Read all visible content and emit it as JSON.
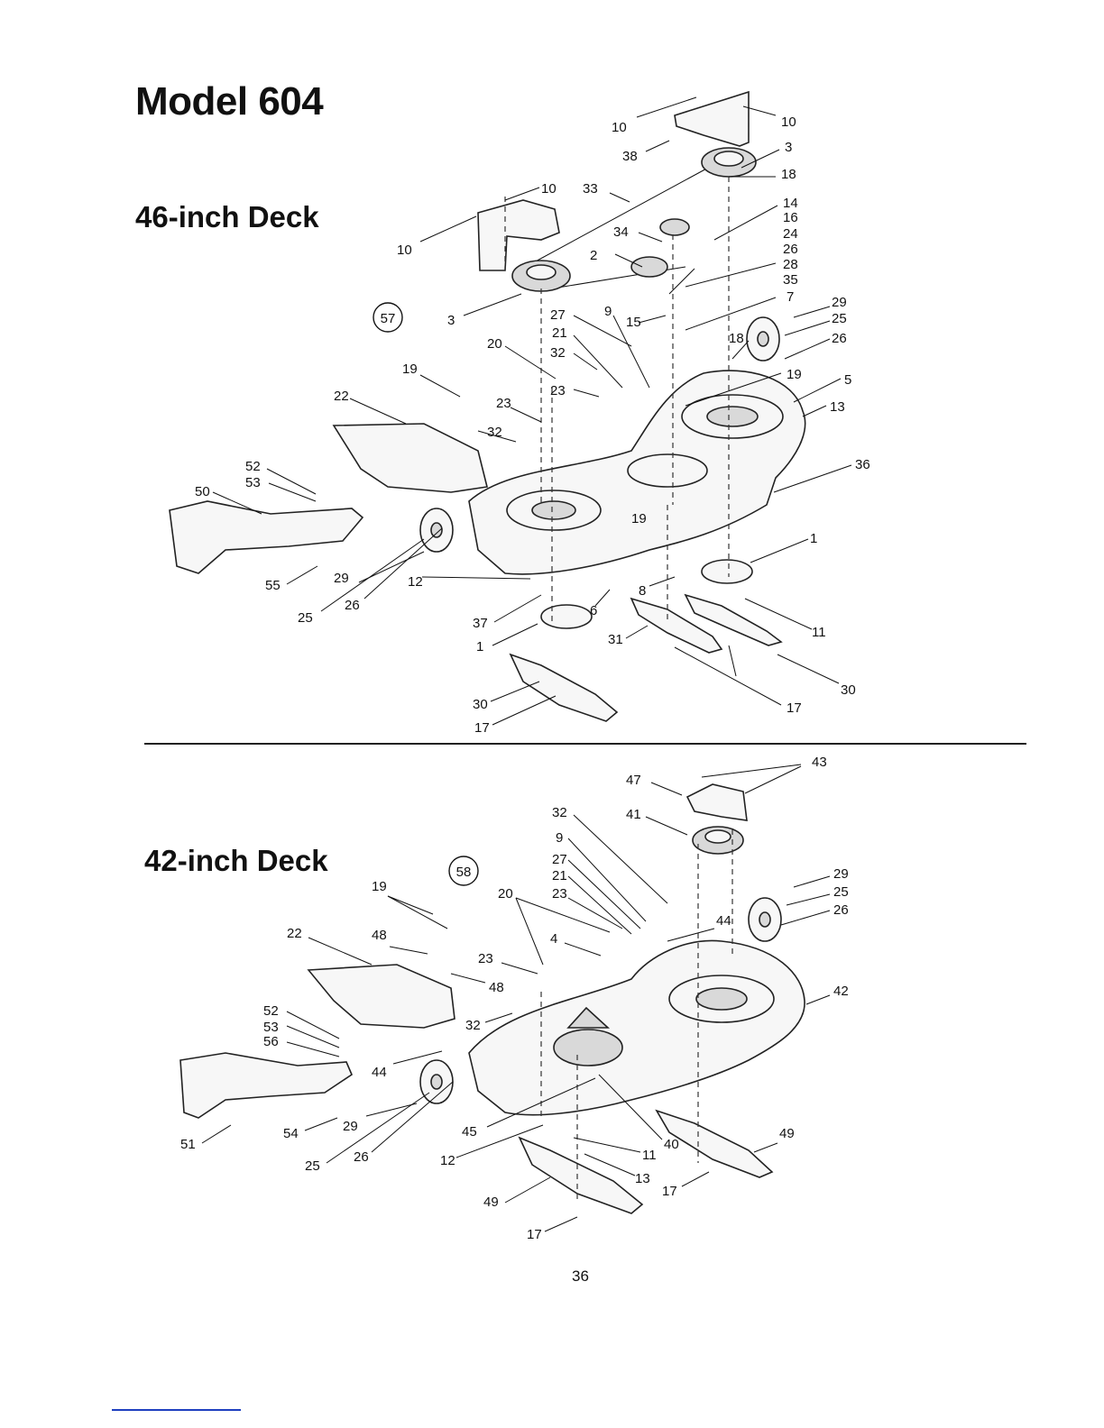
{
  "header": {
    "model_title": "Model 604",
    "deck46_title": "46-inch Deck",
    "deck42_title": "42-inch Deck"
  },
  "page_number": "36",
  "diagram46": {
    "ref_circle": "57",
    "labels": [
      "10",
      "10",
      "38",
      "3",
      "18",
      "10",
      "33",
      "14",
      "16",
      "24",
      "26",
      "28",
      "35",
      "7",
      "10",
      "34",
      "2",
      "3",
      "27",
      "9",
      "15",
      "21",
      "29",
      "25",
      "26",
      "18",
      "20",
      "32",
      "19",
      "5",
      "13",
      "19",
      "23",
      "23",
      "32",
      "22",
      "36",
      "52",
      "53",
      "50",
      "19",
      "1",
      "55",
      "29",
      "12",
      "25",
      "26",
      "37",
      "6",
      "8",
      "1",
      "31",
      "11",
      "30",
      "17",
      "30",
      "17"
    ]
  },
  "diagram42": {
    "ref_circle": "58",
    "labels": [
      "43",
      "47",
      "32",
      "41",
      "9",
      "27",
      "21",
      "29",
      "25",
      "26",
      "19",
      "20",
      "23",
      "22",
      "48",
      "44",
      "4",
      "23",
      "48",
      "42",
      "52",
      "53",
      "56",
      "32",
      "44",
      "51",
      "54",
      "29",
      "25",
      "26",
      "45",
      "12",
      "11",
      "40",
      "49",
      "13",
      "17",
      "49",
      "17"
    ]
  }
}
